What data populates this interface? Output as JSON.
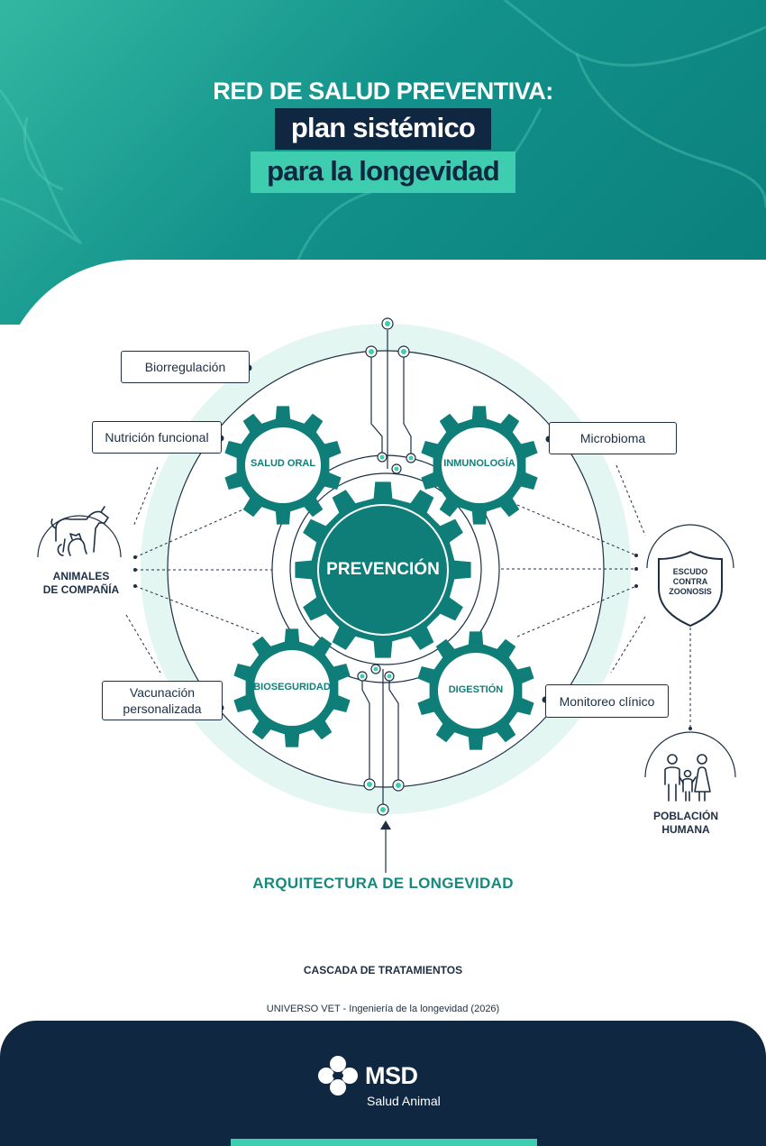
{
  "title": {
    "line1": "RED DE SALUD PREVENTIVA:",
    "line2": "plan sistémico",
    "line3": "para la longevidad"
  },
  "center_gear": "PREVENCIÓN",
  "gears": {
    "top_left": "SALUD ORAL",
    "top_right": "INMUNOLOGÍA",
    "bottom_left": "BIOSEGURIDAD",
    "bottom_right": "DIGESTIÓN"
  },
  "boxes": {
    "biorregulacion": "Biorregulación",
    "nutricion": "Nutrición funcional",
    "microbioma": "Microbioma",
    "vacunacion_1": "Vacunación",
    "vacunacion_2": "personalizada",
    "monitoreo": "Monitoreo clínico"
  },
  "nodes": {
    "animales_1": "ANIMALES",
    "animales_2": "DE COMPAÑÍA",
    "escudo_1": "ESCUDO",
    "escudo_2": "CONTRA",
    "escudo_3": "ZOONOSIS",
    "poblacion_1": "POBLACIÓN",
    "poblacion_2": "HUMANA"
  },
  "icons": {
    "animals": "dog-cat-icon",
    "shield": "shield-icon",
    "family": "family-icon",
    "syringe": "syringe-icon",
    "vial": "vial-icon",
    "logo": "msd-logo-icon"
  },
  "architecture": "ARQUITECTURA DE LONGEVIDAD",
  "cascada": "CASCADA DE TRATAMIENTOS",
  "source": "UNIVERSO VET - Ingeniería de la longevidad (2026)",
  "footer": {
    "brand": "MSD",
    "subtitle": "Salud Animal"
  },
  "colors": {
    "teal_dark": "#107e78",
    "teal_light": "#3fcdb0",
    "navy": "#0f2740",
    "ring": "#e4f6f1"
  }
}
